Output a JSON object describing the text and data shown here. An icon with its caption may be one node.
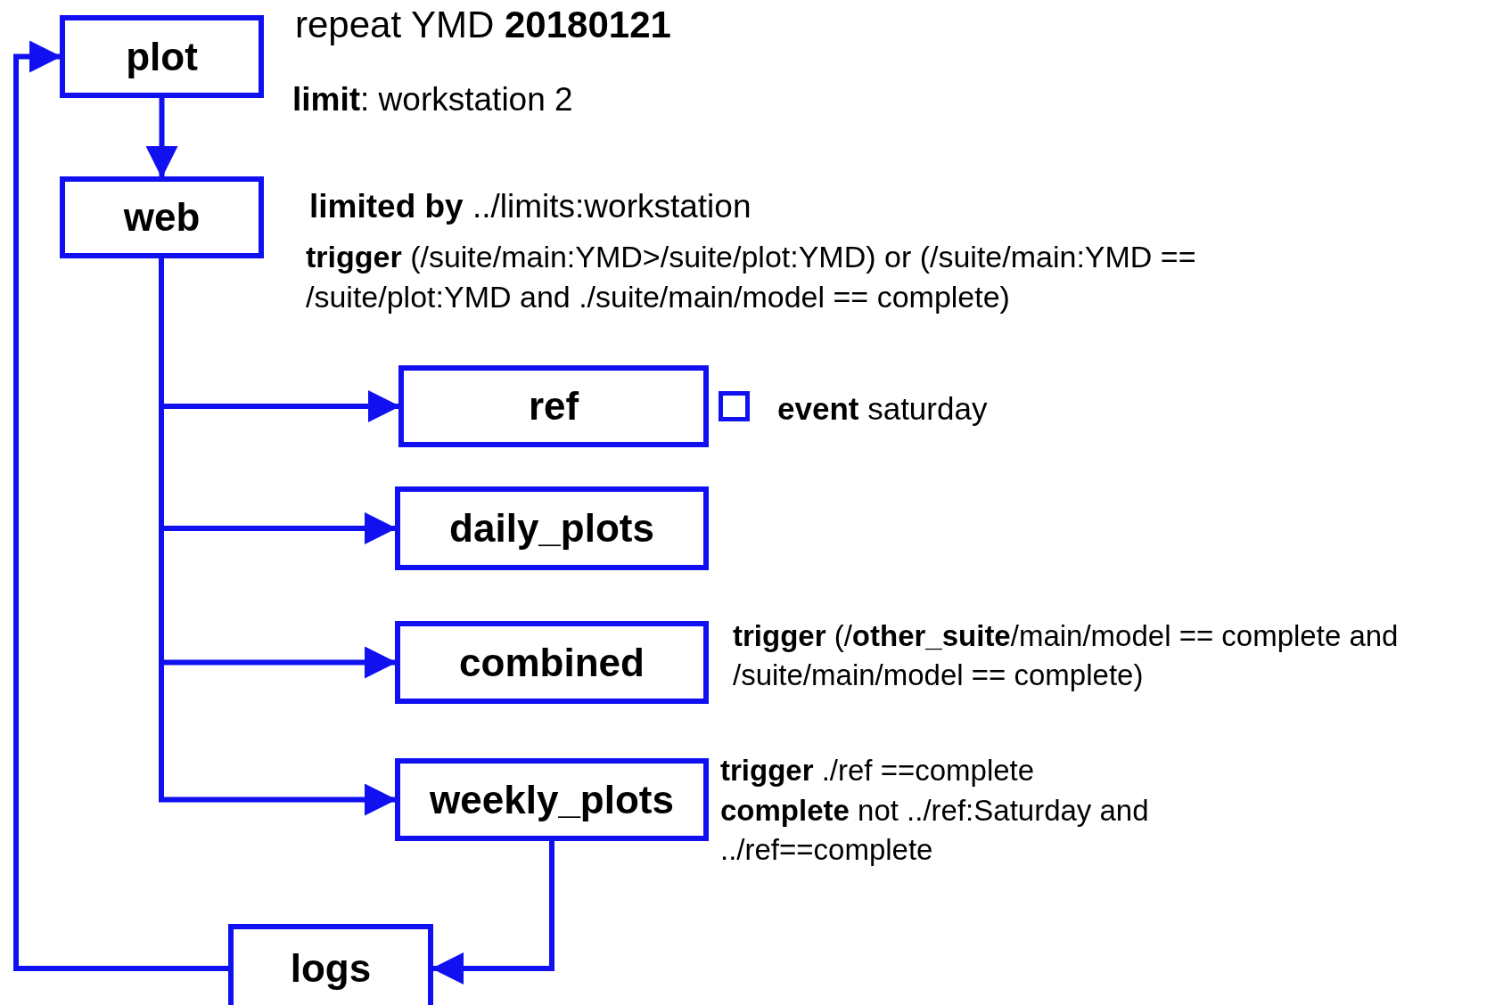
{
  "diagram": {
    "nodes": [
      {
        "text": [
          "plot"
        ],
        "beside": [
          "repeat YMD **20180121**",
          "**limit**: workstation 2"
        ]
      },
      {
        "text": [
          "web"
        ],
        "beside": [
          "**limited by** ../limits:workstation",
          "**trigger** (/suite/main:YMD>/suite/plot:YMD) or (/suite/main:YMD == /suite/plot:YMD and ./suite/main/model == complete)"
        ]
      },
      {
        "text": [
          "ref"
        ]
      },
      {
        "text": [],
        "shape": "box",
        "beside": [
          "**event** saturday"
        ]
      },
      {
        "text": [
          "daily_plots"
        ]
      },
      {
        "text": [
          "combined"
        ],
        "beside": [
          "**trigger** (/**other_suite**/main/model == complete and /suite/main/model == complete)"
        ]
      },
      {
        "text": [
          "weekly_plots"
        ],
        "beside": [
          "**trigger** ./ref ==complete",
          "**complete** not ../ref:Saturday and ../ref==complete"
        ]
      },
      {
        "text": [
          "logs"
        ]
      }
    ],
    "edges": [
      {
        "from": 0,
        "to": 1,
        "arrow": "to"
      },
      {
        "from": 1,
        "to": 2,
        "arrow": "to"
      },
      {
        "from": 1,
        "to": 4,
        "arrow": "to"
      },
      {
        "from": 1,
        "to": 5,
        "arrow": "to"
      },
      {
        "from": 1,
        "to": 6,
        "arrow": "to"
      },
      {
        "from": 6,
        "to": 7,
        "arrow": "to"
      },
      {
        "from": 7,
        "to": 0,
        "arrow": "to"
      }
    ]
  }
}
